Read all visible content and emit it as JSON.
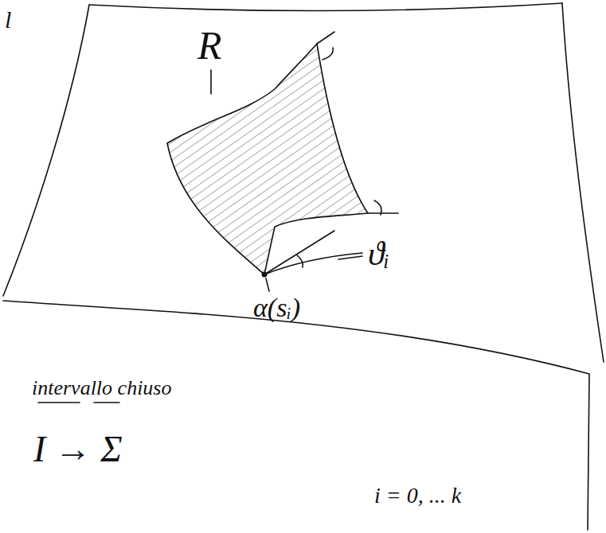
{
  "diagram": {
    "labels": [
      "l",
      "R",
      "ϑᵢ",
      "α(sᵢ)",
      "intervallo chiuso",
      "I → Σ",
      "i = 0, ... k"
    ]
  }
}
